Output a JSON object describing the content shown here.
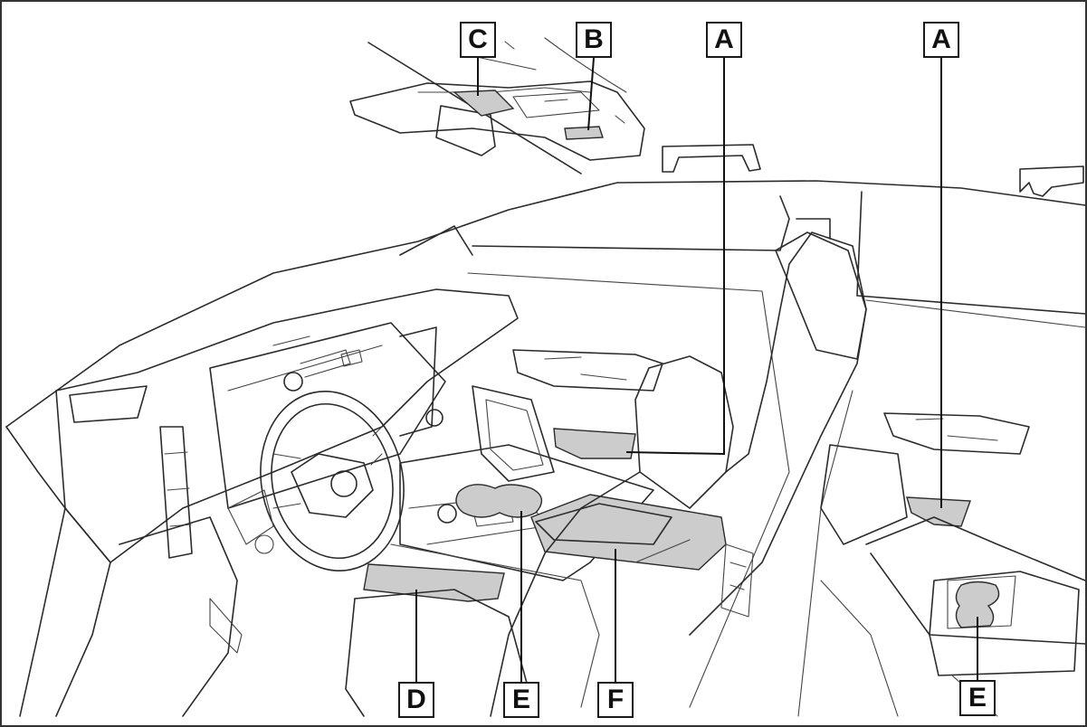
{
  "callouts": {
    "c": "C",
    "b": "B",
    "a_front": "A",
    "a_rear": "A",
    "d": "D",
    "e_front": "E",
    "f": "F",
    "e_rear": "E"
  },
  "colors": {
    "line": "#2b2b2b",
    "shade": "#cccccc",
    "background": "#ffffff"
  }
}
